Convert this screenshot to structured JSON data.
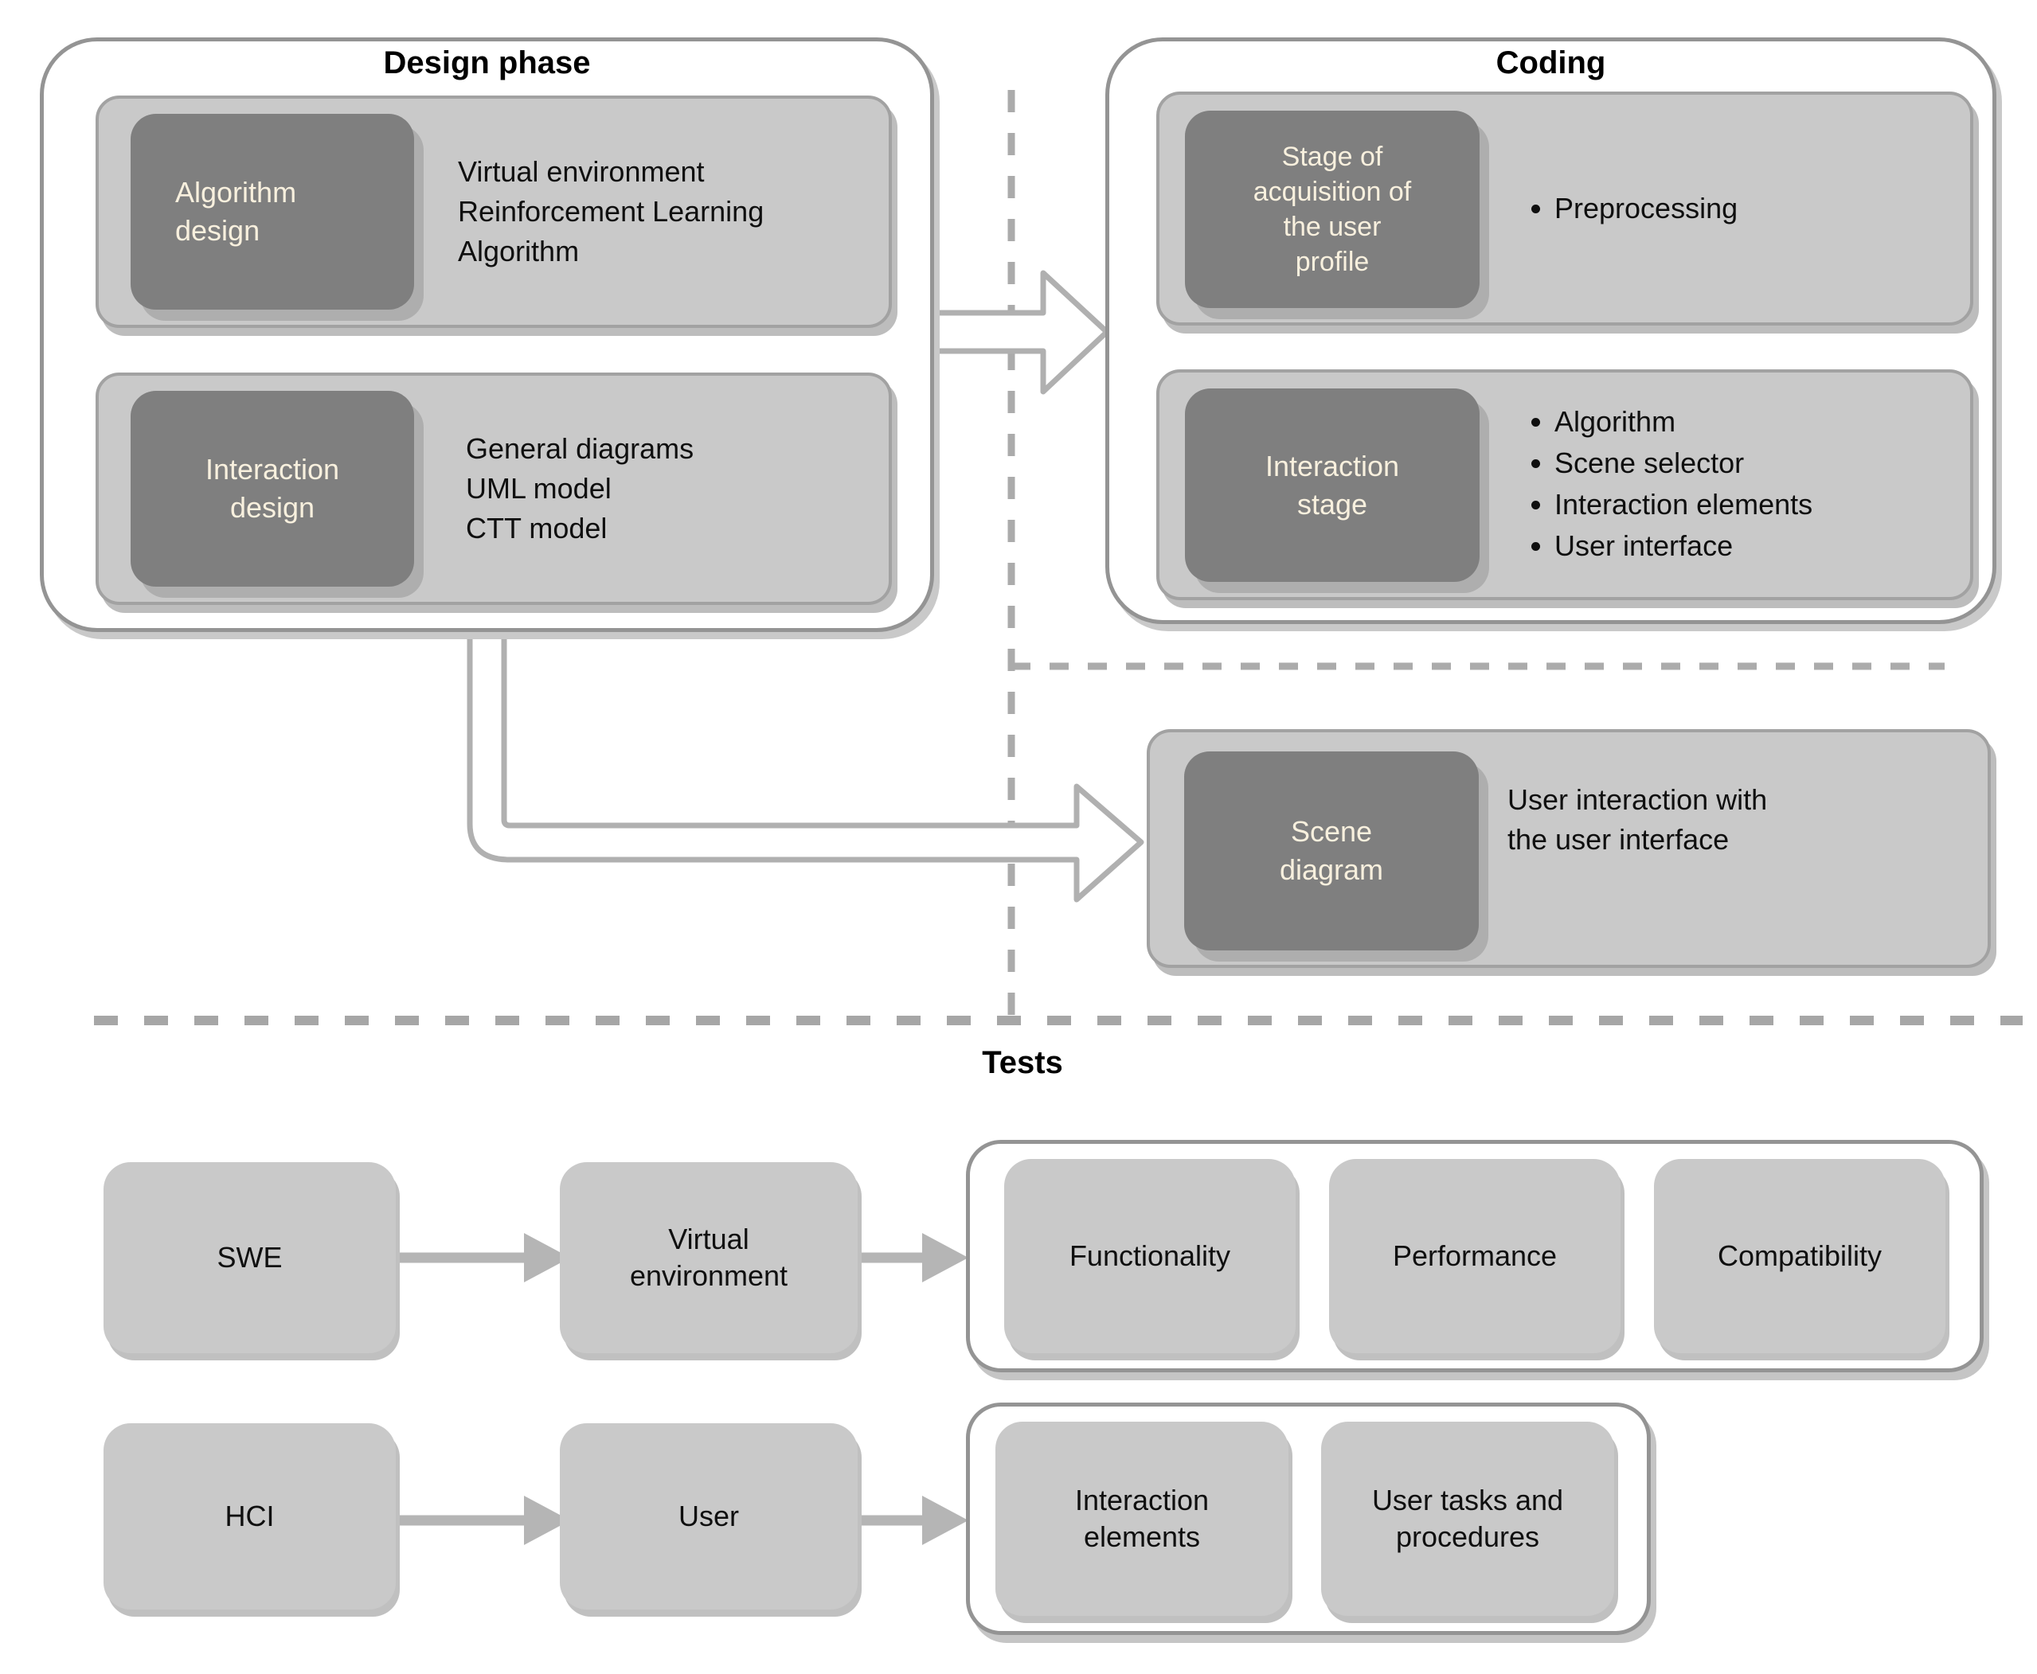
{
  "design_phase": {
    "title": "Design phase",
    "rows": [
      {
        "label": "Algorithm\ndesign",
        "details": "Virtual environment\nReinforcement Learning\nAlgorithm"
      },
      {
        "label": "Interaction\ndesign",
        "details": "General diagrams\nUML model\nCTT model"
      }
    ]
  },
  "coding": {
    "title": "Coding",
    "rows": [
      {
        "label": "Stage of\nacquisition of\nthe user\nprofile",
        "bullets": [
          "Preprocessing"
        ]
      },
      {
        "label": "Interaction\nstage",
        "bullets": [
          "Algorithm",
          "Scene selector",
          "Interaction elements",
          "User interface"
        ]
      }
    ]
  },
  "scene": {
    "label": "Scene\ndiagram",
    "details": "User interaction with\nthe user interface"
  },
  "tests": {
    "title": "Tests",
    "row1": {
      "source": "SWE",
      "middle": "Virtual\nenvironment",
      "targets": [
        "Functionality",
        "Performance",
        "Compatibility"
      ]
    },
    "row2": {
      "source": "HCI",
      "middle": "User",
      "targets": [
        "Interaction\nelements",
        "User tasks and\nprocedures"
      ]
    }
  },
  "colors": {
    "container_border": "#949494",
    "light_box_fill": "#c9c9c9",
    "dark_box_fill": "#7f7f7f",
    "dark_box_text": "#f8f0de",
    "arrow_outline": "#b0b0b0",
    "dashed_line": "#ababab"
  }
}
